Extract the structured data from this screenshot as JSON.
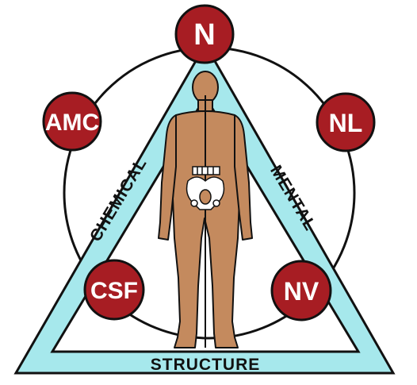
{
  "colors": {
    "node_fill": "#a71d23",
    "triangle_fill": "#a6e8ec",
    "outline": "#111111",
    "body_skin": "#c48a5e",
    "text_on_node": "#ffffff"
  },
  "icons": [
    "human-figure-icon",
    "pelvis-skeleton-icon"
  ],
  "nodes": {
    "top": "N",
    "upper_left": "AMC",
    "upper_right": "NL",
    "lower_left": "CSF",
    "lower_right": "NV"
  },
  "sides": {
    "left": "CHEMICAL",
    "right": "MENTAL",
    "bottom": "STRUCTURE"
  }
}
